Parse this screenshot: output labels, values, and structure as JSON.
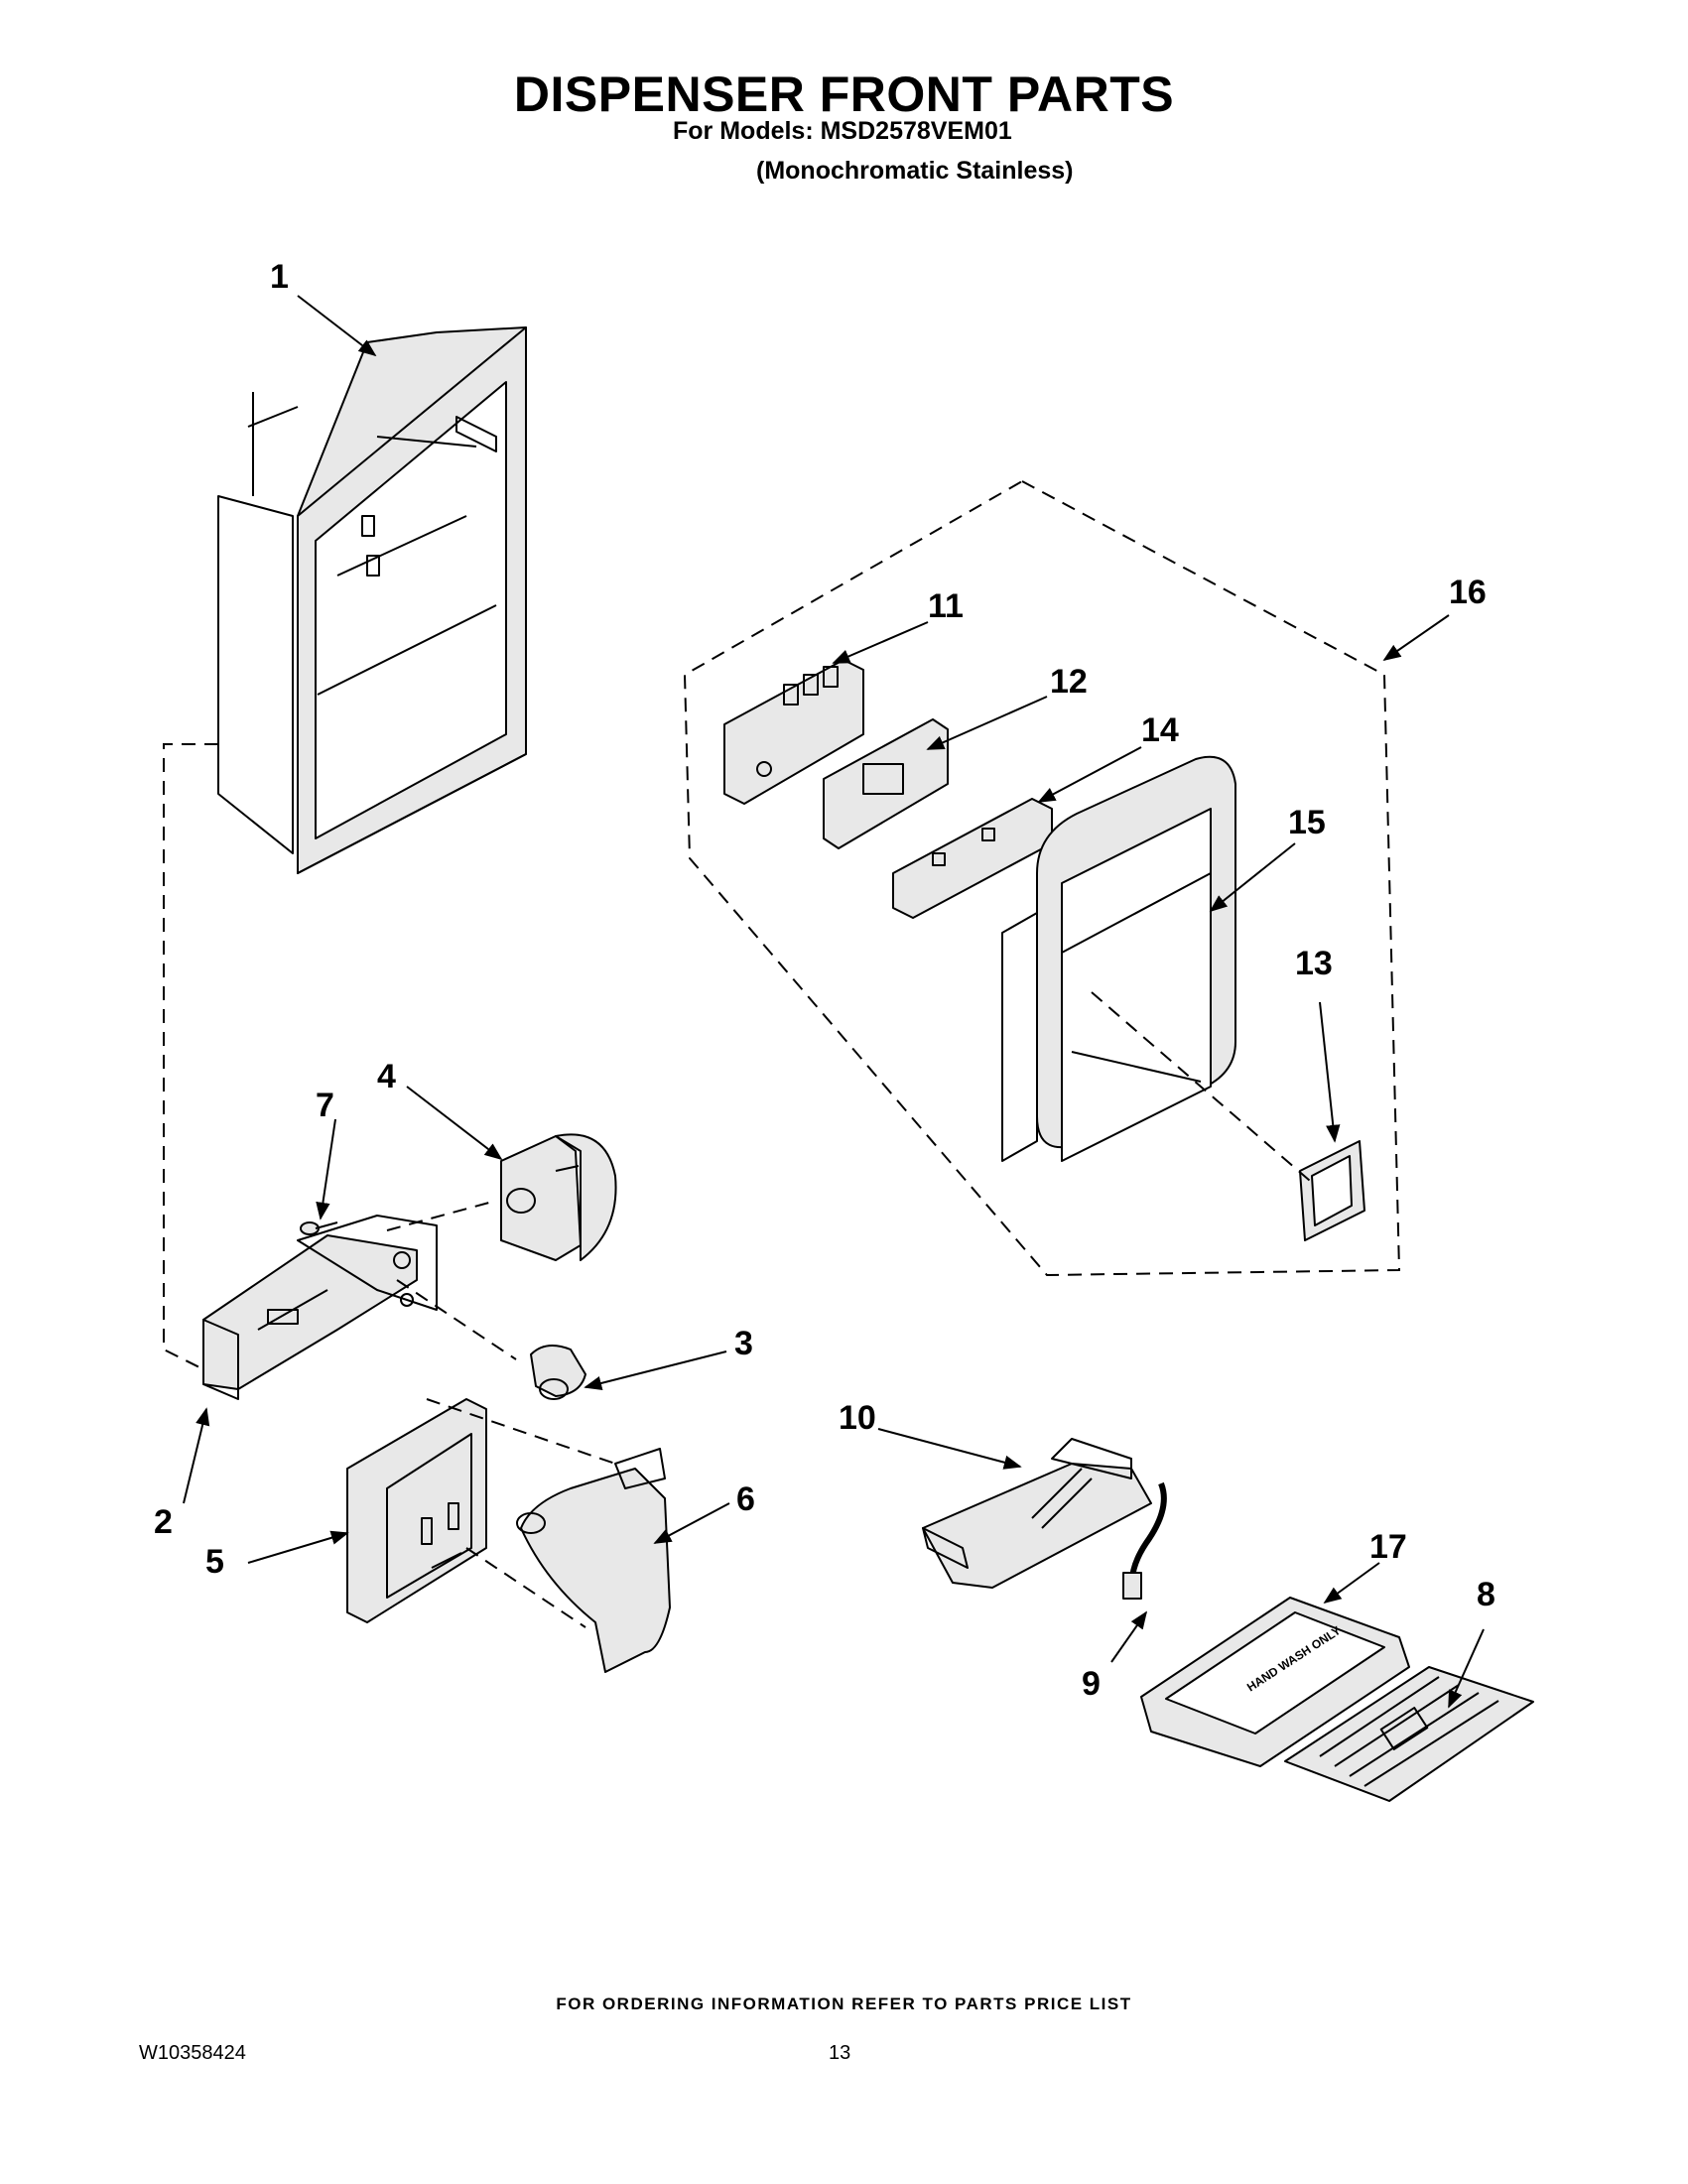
{
  "header": {
    "title": "DISPENSER FRONT PARTS",
    "models_line": "For Models: MSD2578VEM01",
    "variant_line": "(Monochromatic Stainless)"
  },
  "callouts": [
    "1",
    "2",
    "3",
    "4",
    "5",
    "6",
    "7",
    "8",
    "9",
    "10",
    "11",
    "12",
    "13",
    "14",
    "15",
    "16",
    "17"
  ],
  "footer": {
    "ordering_note": "FOR ORDERING INFORMATION REFER TO PARTS PRICE LIST",
    "doc_number": "W10358424",
    "page_number": "13"
  }
}
